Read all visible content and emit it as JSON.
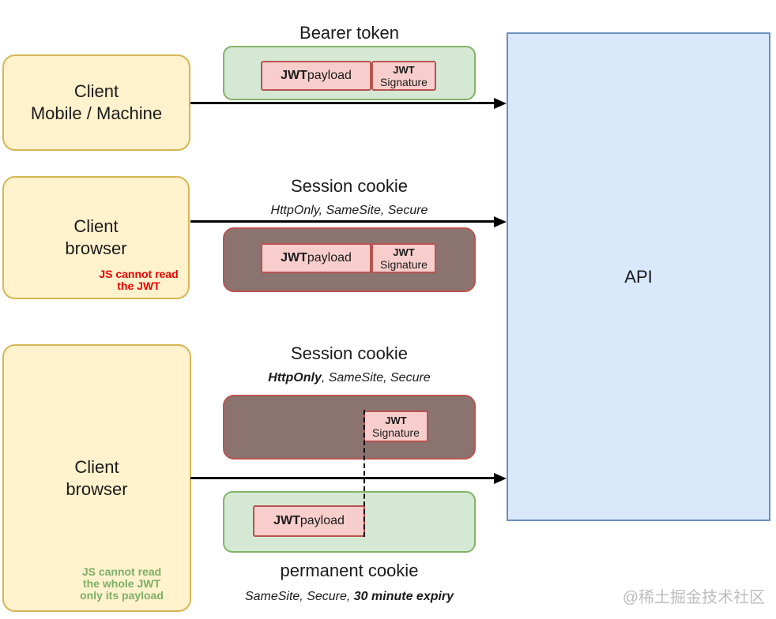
{
  "palette": {
    "yellow-fill": "#FFF2CC",
    "yellow-border": "#D6B656",
    "green-fill": "#D5E8D4",
    "green-border": "#82B366",
    "pink-fill": "#F8CECC",
    "pink-border": "#B85450",
    "brown-fill": "#8B7370",
    "brown-border": "#B85450",
    "blue-fill": "#DAE8FC",
    "blue-border": "#6C8EBF",
    "note-red": "#EB0000",
    "note-green": "#7DAF67",
    "watermark": "#BDBDBD"
  },
  "clients": [
    {
      "lines": [
        "Client",
        "Mobile / Machine"
      ]
    },
    {
      "lines": [
        "Client",
        "browser"
      ],
      "note_lines": [
        "JS cannot read",
        "the JWT"
      ]
    },
    {
      "lines": [
        "Client",
        "browser"
      ],
      "note_lines": [
        "JS cannot read",
        "the whole JWT",
        "only its payload"
      ]
    }
  ],
  "jwt": {
    "bold": "JWT",
    "payload_suffix": " payload",
    "signature": "Signature"
  },
  "flows": {
    "row1": {
      "title": "Bearer token"
    },
    "row2": {
      "title": "Session cookie",
      "subtitle": "HttpOnly, SameSite, Secure"
    },
    "row3": {
      "title": "Session cookie",
      "subtitle_bold": "HttpOnly",
      "subtitle_rest": ", SameSite, Secure",
      "bottom_title": "permanent cookie",
      "bottom_subtitle_regular": "SameSite, Secure, ",
      "bottom_subtitle_bold": "30 minute expiry"
    }
  },
  "api": {
    "label": "API"
  },
  "watermark": "@稀土掘金技术社区"
}
